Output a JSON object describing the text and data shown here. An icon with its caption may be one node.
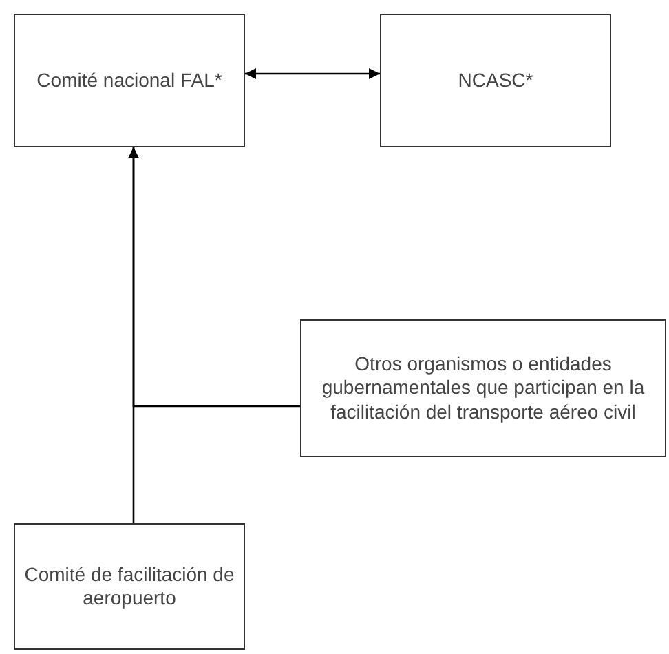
{
  "diagram": {
    "nodes": [
      {
        "text": [
          "Comité nacional FAL*"
        ]
      },
      {
        "text": [
          "NCASC*"
        ]
      },
      {
        "text": [
          "Otros organismos o entidades gubernamentales que participan en la facilitación del transporte aéreo civil"
        ]
      },
      {
        "text": [
          "Comité de facilitación de aeropuerto"
        ]
      }
    ],
    "edges": [
      {
        "from": 0,
        "to": 1,
        "arrow": "both"
      },
      {
        "from": 3,
        "to": 0,
        "arrow": "to"
      },
      {
        "from": 2,
        "to": 0,
        "arrow": "to"
      }
    ]
  }
}
